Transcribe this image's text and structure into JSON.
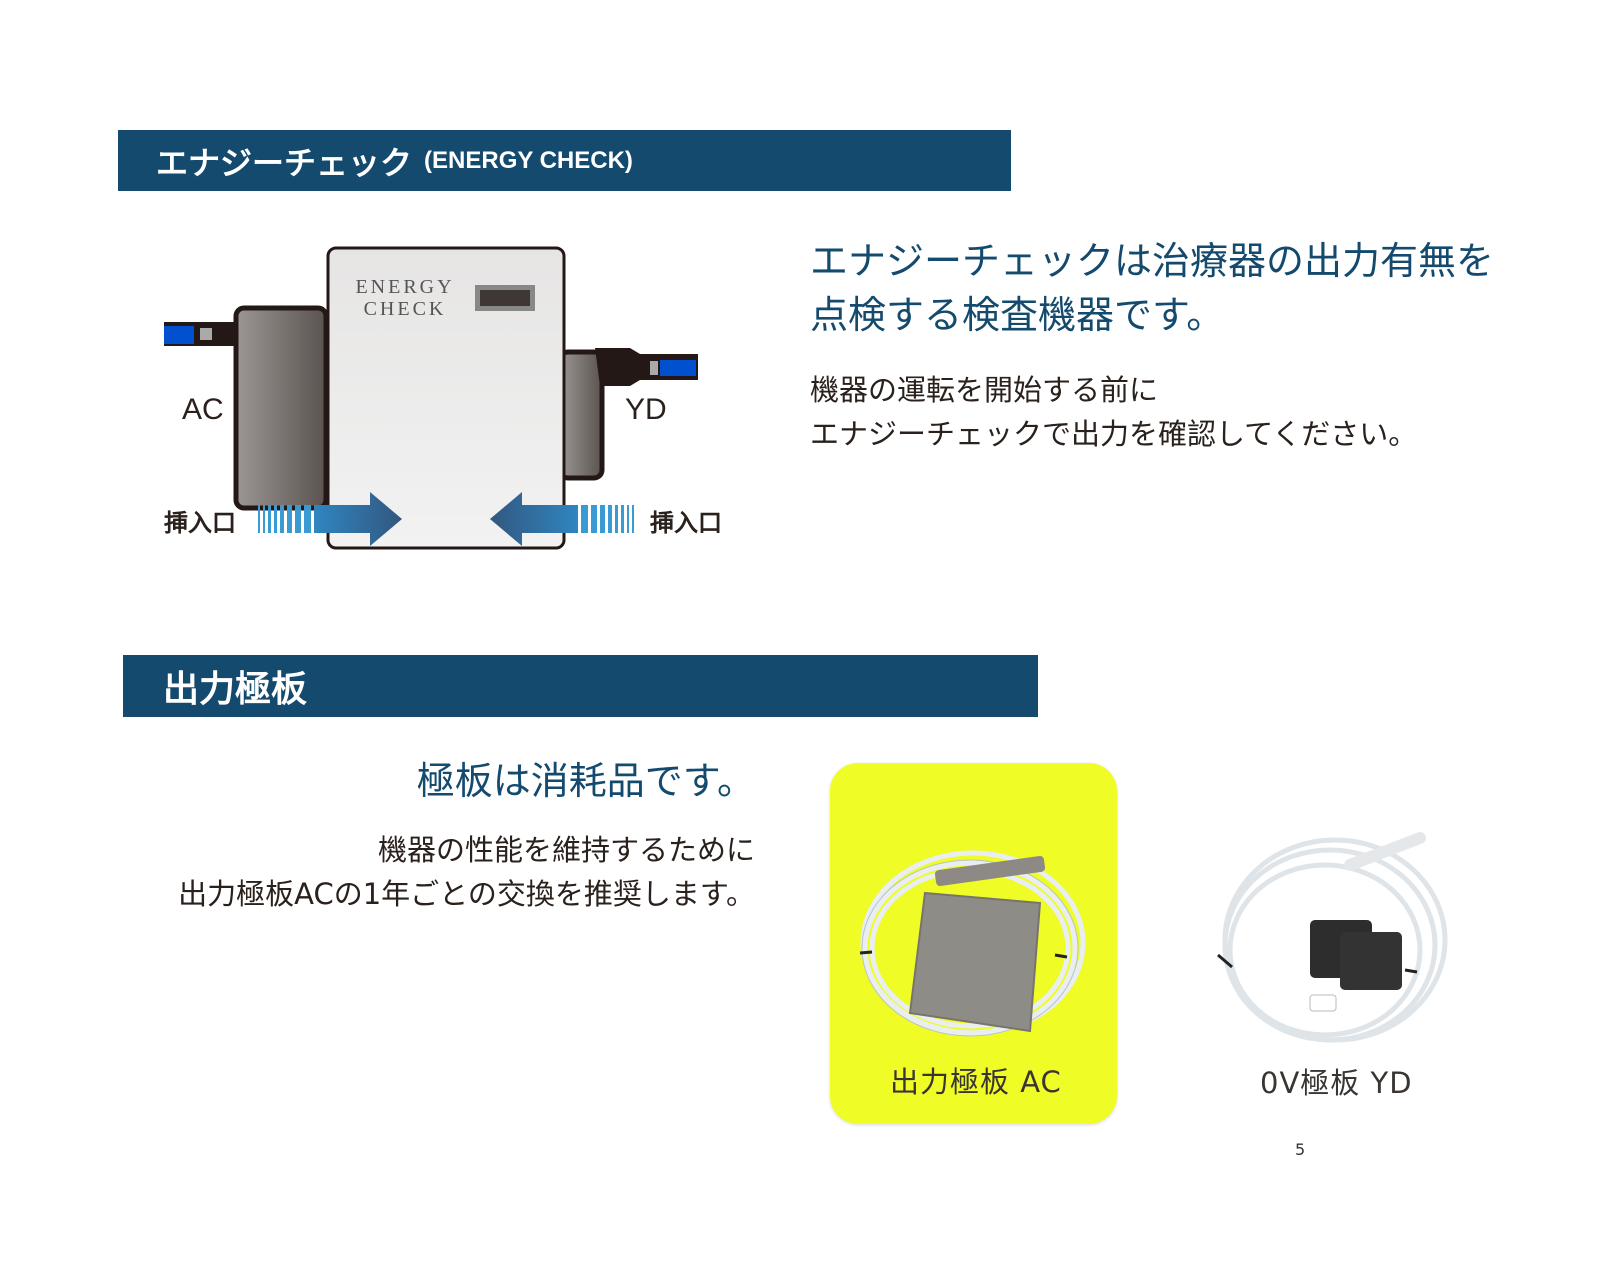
{
  "section1": {
    "title": "エナジーチェック",
    "title_sub": "(ENERGY CHECK)",
    "lead": [
      "エナジーチェックは治療器の出力有無を",
      "点検する検査機器です。"
    ],
    "body": [
      "機器の運転を開始する前に",
      "エナジーチェックで出力を確認してください。"
    ],
    "diagram": {
      "device_label_1": "ENERGY",
      "device_label_2": "CHECK",
      "left_port": "AC",
      "right_port": "YD",
      "left_insert": "挿入口",
      "right_insert": "挿入口"
    }
  },
  "section2": {
    "title": "出力極板",
    "lead": "極板は消耗品です。",
    "body": [
      "機器の性能を維持するために",
      "出力極板ACの1年ごとの交換を推奨します。"
    ],
    "products": [
      {
        "caption": "出力極板  AC"
      },
      {
        "caption": "0V極板  YD"
      }
    ]
  },
  "page_number": "5",
  "colors": {
    "header": "#134a6e",
    "highlight": "#f0fc26",
    "arrow": "#33577f"
  }
}
